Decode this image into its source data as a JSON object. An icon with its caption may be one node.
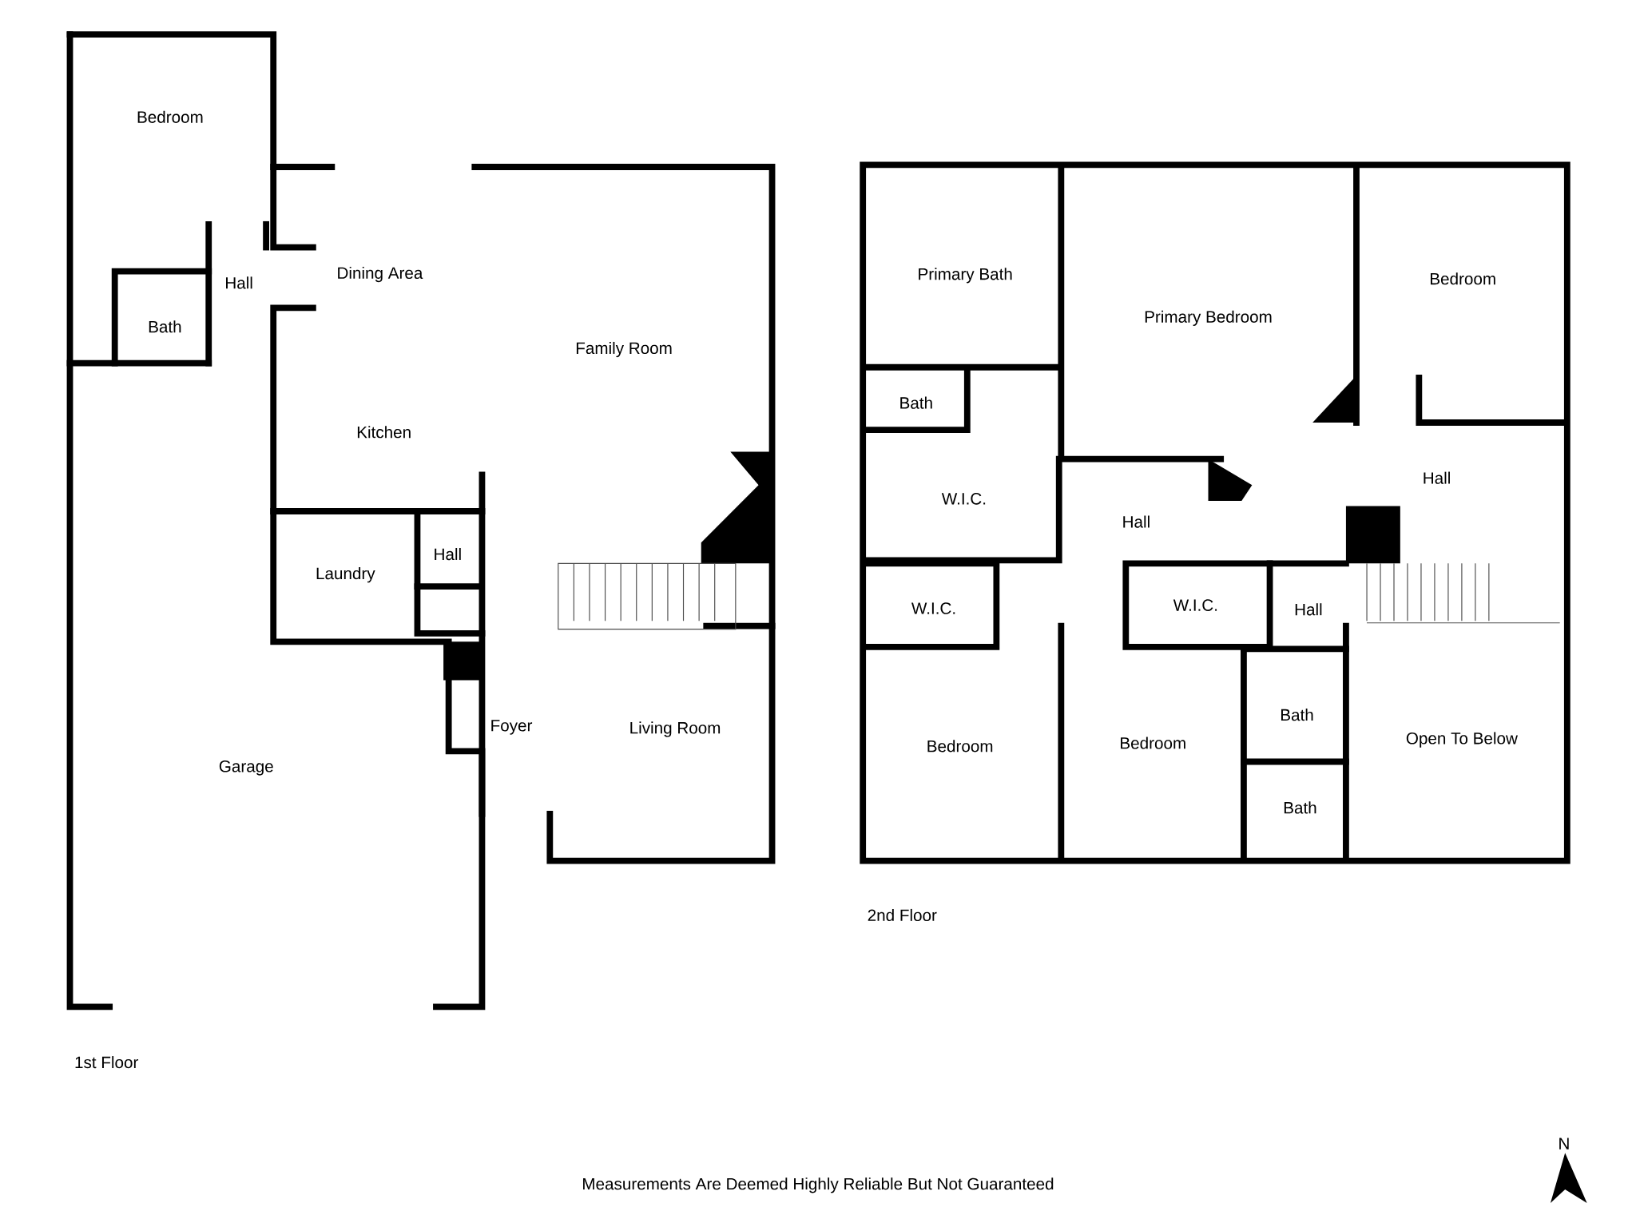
{
  "diagram": {
    "caption": "Measurements Are Deemed Highly Reliable But Not Guaranteed",
    "labels": [
      "Bedroom",
      "Hall",
      "Dining Area",
      "Bath",
      "Family Room",
      "Kitchen",
      "Laundry",
      "Hall",
      "Garage",
      "Foyer",
      "Living Room",
      "1st Floor",
      "Primary Bath",
      "Primary Bedroom",
      "Bedroom",
      "Bath",
      "Hall",
      "W.I.C.",
      "Hall",
      "W.I.C.",
      "W.I.C.",
      "Hall",
      "Bath",
      "Bedroom",
      "Bedroom",
      "Open To Below",
      "Bath",
      "2nd Floor",
      "N"
    ]
  }
}
